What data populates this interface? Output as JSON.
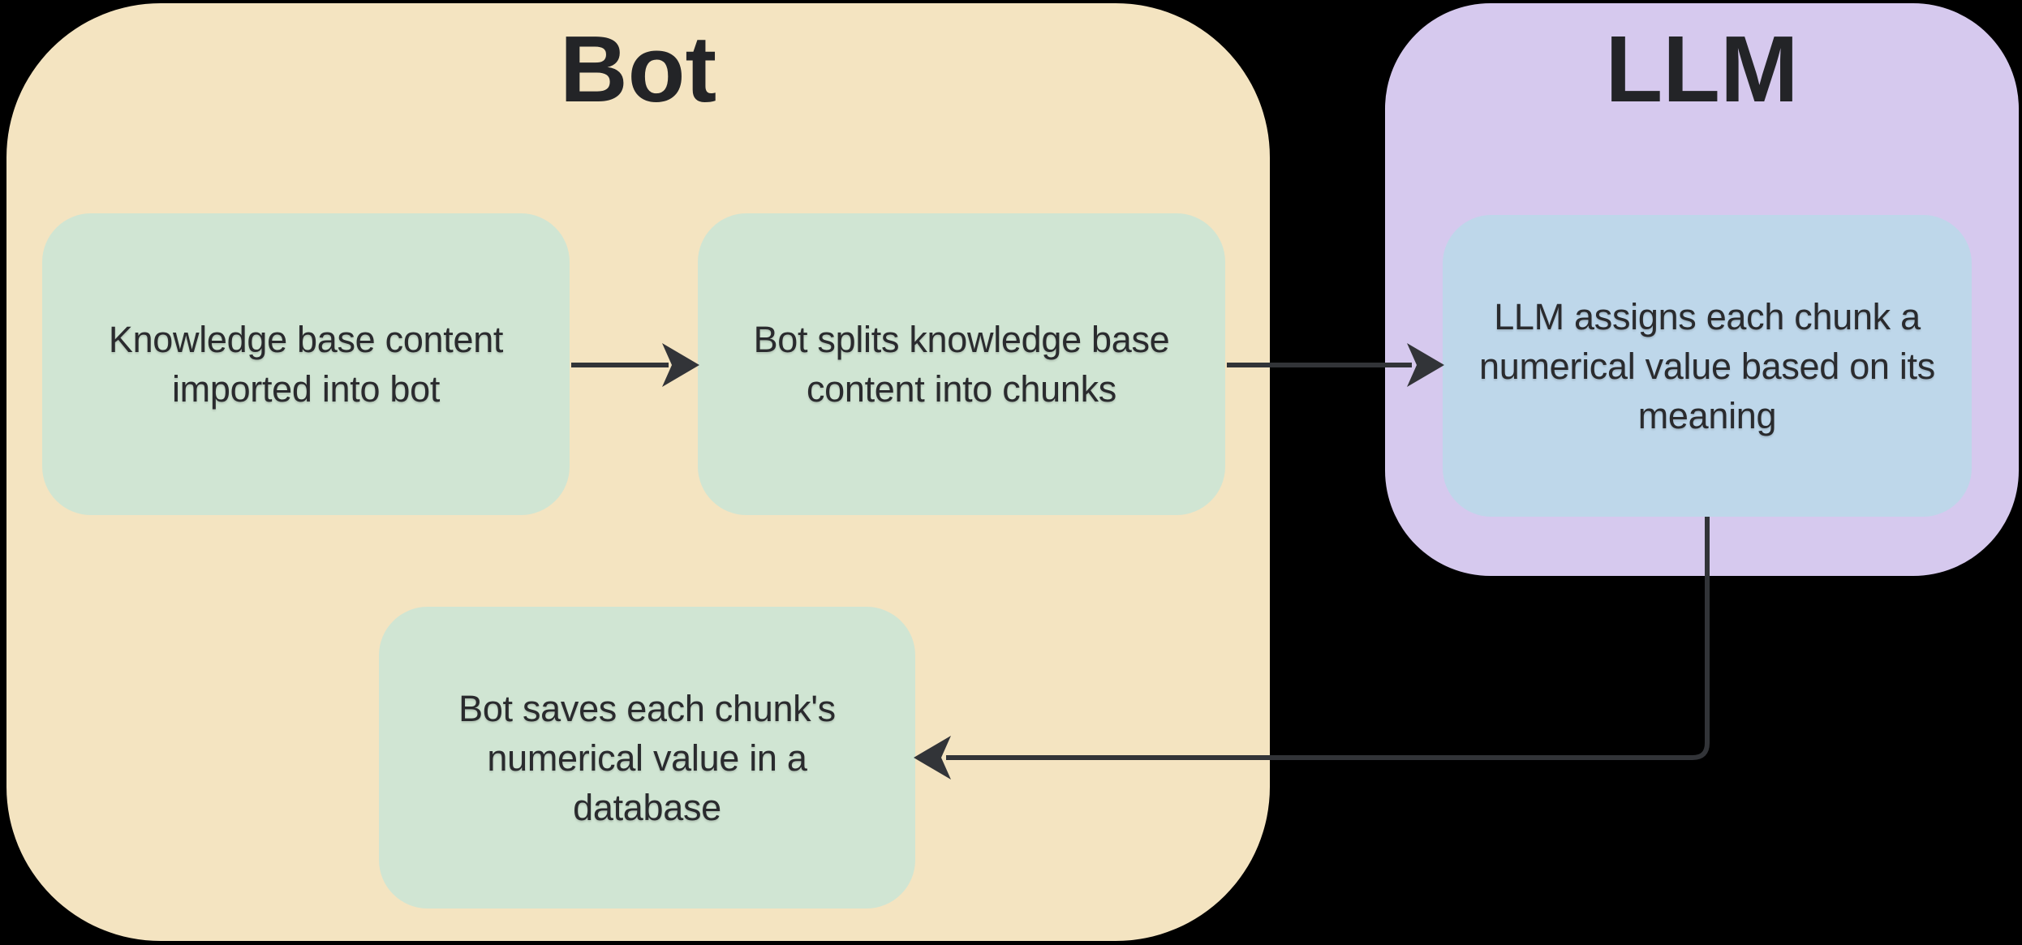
{
  "containers": {
    "bot": {
      "title": "Bot"
    },
    "llm": {
      "title": "LLM"
    }
  },
  "nodes": {
    "import": {
      "text": "Knowledge base content\nimported into bot"
    },
    "split": {
      "text": "Bot splits knowledge base\ncontent into chunks"
    },
    "assign": {
      "text": "LLM assigns each chunk a\nnumerical value based on its\nmeaning"
    },
    "save": {
      "text": "Bot saves each chunk's\nnumerical value in a\ndatabase"
    }
  },
  "edges": [
    {
      "from": "import",
      "to": "split"
    },
    {
      "from": "split",
      "to": "assign"
    },
    {
      "from": "assign",
      "to": "save"
    }
  ],
  "colors": {
    "canvas-bg": "#000000",
    "bot-fill": "#F4E4C1",
    "llm-fill": "#D6C9EE",
    "step-fill": "#D0E5D3",
    "assign-fill": "#BED7EA",
    "ink": "#2A2B2E",
    "title-ink": "#232427",
    "arrow": "#323438"
  }
}
